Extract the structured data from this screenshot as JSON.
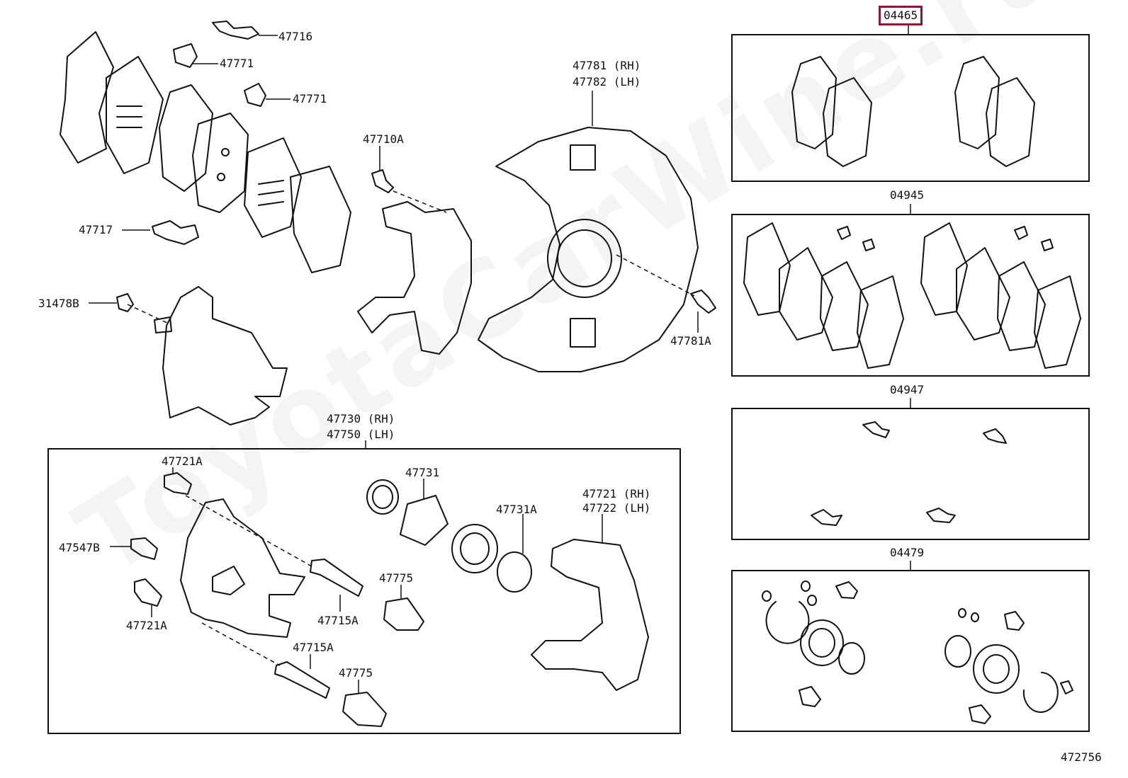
{
  "watermark": "ToyotaCarWine.ru",
  "illustration_number": "472756",
  "kits": {
    "pad_kit": "04465",
    "shim_kit": "04945",
    "clip_kit": "04947",
    "cylinder_kit": "04479"
  },
  "callouts": {
    "p47716": "47716",
    "p47771a": "47771",
    "p47771b": "47771",
    "p47717": "47717",
    "p31478b": "31478B",
    "p47710a": "47710A",
    "p47781_rh": "47781 (RH)",
    "p47782_lh": "47782 (LH)",
    "p47781a": "47781A",
    "p47730_rh": "47730 (RH)",
    "p47750_lh": "47750 (LH)",
    "p47721a_top": "47721A",
    "p47547b": "47547B",
    "p47721a_bottom": "47721A",
    "p47715a_right": "47715A",
    "p47715a_bottom": "47715A",
    "p47731": "47731",
    "p47731a": "47731A",
    "p47775_top": "47775",
    "p47775_bottom": "47775",
    "p47721_rh": "47721 (RH)",
    "p47722_lh": "47722 (LH)"
  }
}
